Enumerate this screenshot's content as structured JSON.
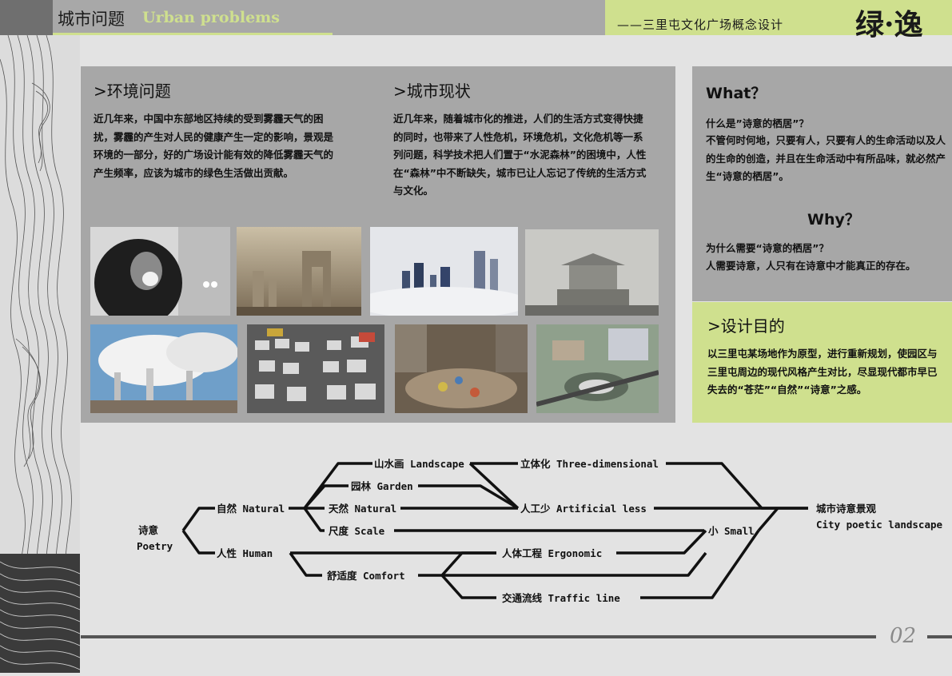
{
  "header": {
    "title_cn": "城市问题",
    "title_en": "Urban problems",
    "project": "——三里屯文化广场概念设计",
    "logo": "绿·逸"
  },
  "environment": {
    "heading": ">环境问题",
    "body": "近几年来，中国中东部地区持续的受到雾霾天气的困扰，雾霾的产生对人民的健康产生一定的影响，景观是环境的一部分，好的广场设计能有效的降低雾霾天气的产生频率，应该为城市的绿色生活做出贡献。"
  },
  "city_status": {
    "heading": ">城市现状",
    "body": "近几年来，随着城市化的推进，人们的生活方式变得快捷的同时，也带来了人性危机，环境危机，文化危机等一系列问题，科学技术把人们置于“水泥森林”的困境中，人性在“森林”中不断缺失，城市已让人忘记了传统的生活方式与文化。"
  },
  "what": {
    "heading": "What？",
    "question": "什么是”诗意的栖居”？",
    "answer": "不管何时何地，只要有人，只要有人的生命活动以及人的生命的创造，并且在生命活动中有所品味，就必然产生“诗意的栖居”。"
  },
  "why": {
    "heading": "Why？",
    "question": "为什么需要“诗意的栖居”？",
    "answer": "人需要诗意，人只有在诗意中才能真正的存在。"
  },
  "goal": {
    "heading": ">设计目的",
    "body": "以三里屯某场地作为原型，进行重新规划，使园区与三里屯周边的现代风格产生对比，尽显现代都市早已失去的“苍茫”“自然”“诗意”之感。"
  },
  "diagram": {
    "root_cn": "诗意",
    "root_en": "Poetry",
    "natural": "自然 Natural",
    "human": "人性 Human",
    "landscape": "山水画 Landscape",
    "garden": "园林 Garden",
    "tianran": "天然 Natural",
    "scale": "尺度 Scale",
    "comfort": "舒适度 Comfort",
    "three_d": "立体化 Three-dimensional",
    "artificial": "人工少 Artificial less",
    "small": "小 Small",
    "ergonomic": "人体工程 Ergonomic",
    "traffic": "交通流线 Traffic line",
    "result_cn": "城市诗意景观",
    "result_en": "City poetic landscape"
  },
  "footer": {
    "page": "02"
  },
  "colors": {
    "accent": "#cfe08e",
    "panel": "#a7a7a7",
    "dark": "#3b3b3b"
  }
}
